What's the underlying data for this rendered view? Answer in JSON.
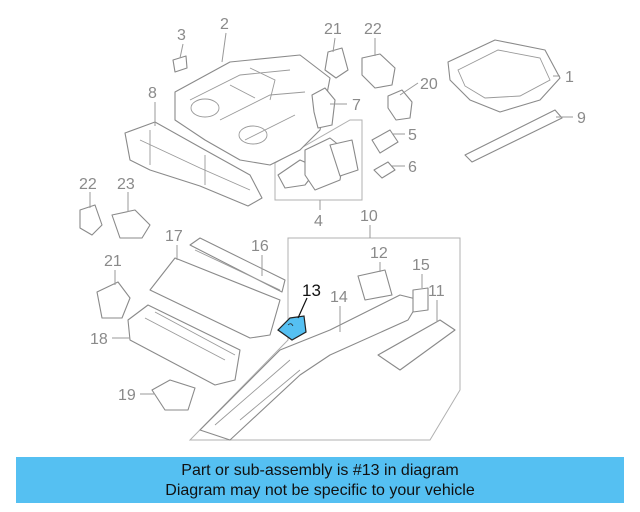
{
  "callouts": {
    "c1": "1",
    "c2": "2",
    "c3": "3",
    "c4": "4",
    "c5": "5",
    "c6": "6",
    "c7": "7",
    "c8": "8",
    "c9": "9",
    "c10": "10",
    "c11": "11",
    "c12": "12",
    "c13": "13",
    "c14": "14",
    "c15": "15",
    "c16": "16",
    "c17": "17",
    "c18": "18",
    "c19": "19",
    "c20": "20",
    "c21a": "21",
    "c21b": "21",
    "c22a": "22",
    "c22b": "22",
    "c23": "23"
  },
  "highlight_color": "#55c0f2",
  "banner": {
    "line1": "Part or sub-assembly is #13 in diagram",
    "line2": "Diagram may not be specific to your vehicle"
  }
}
